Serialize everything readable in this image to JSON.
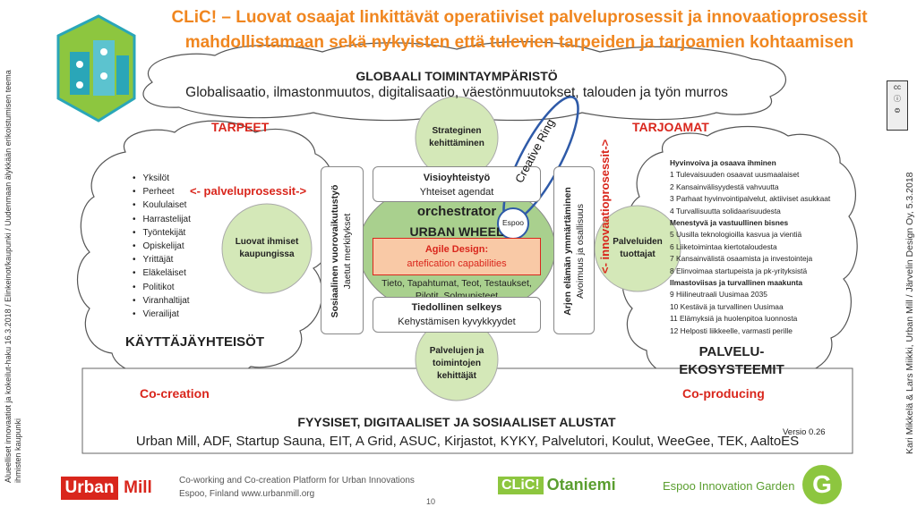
{
  "title": {
    "line1": "CLiC! – Luovat osaajat linkittävät operatiiviset palveluprosessit ja innovaatioprosessit",
    "line2": "mahdollistamaan sekä nykyisten että tulevien tarpeiden ja tarjoamien kohtaamisen"
  },
  "left_vertical_note": "Alueelliset innovaatiot ja kokeilut-haku 16.3.2018 / Elinkeinot/kaupunki / Uudenmaan älykkään erikoistumisen teema ihmisten kaupunki",
  "right_vertical_note": "Kari Mikkelä & Lars Miikki, Urban Mill / Järvelin Design Oy, 5.3.2018",
  "global": {
    "heading": "GLOBAALI TOIMINTAYMPÄRISTÖ",
    "text": "Globalisaatio, ilmastonmuutos, digitalisaatio, väestönmuutokset, talouden ja työn murros"
  },
  "left_cloud": {
    "heading": "TARPEET",
    "items": [
      "Yksilöt",
      "Perheet",
      "Koululaiset",
      "Harrastelijat",
      "Työntekijät",
      "Opiskelijat",
      "Yrittäjät",
      "Eläkeläiset",
      "Politikot",
      "Viranhaltijat",
      "Vierailijat"
    ],
    "footer": "KÄYTTÄJÄYHTEISÖT",
    "process_label": "<- palveluprosessit->"
  },
  "right_cloud": {
    "heading": "TARJOAMAT",
    "process_label": "<- innovaatioprosessit->",
    "footer_line1": "PALVELU-",
    "footer_line2": "EKOSYSTEEMIT",
    "groups": [
      {
        "title": "Hyvinvoiva ja osaava ihminen",
        "items": [
          "1 Tulevaisuuden osaavat uusmaalaiset",
          "2 Kansainvälisyydestä vahvuutta",
          "3 Parhaat hyvinvointipalvelut, aktiiviset asukkaat",
          "4 Turvallisuutta solidaarisuudesta"
        ]
      },
      {
        "title": "Menestyvä ja vastuullinen bisnes",
        "items": [
          "5 Uusilla teknologioilla kasvua ja vientiä",
          "6 Liiketoimintaa kiertotaloudesta",
          "7 Kansainvälistä osaamista ja investointeja",
          "8 Elinvoimaa startupeista ja pk-yrityksistä"
        ]
      },
      {
        "title": "Ilmastoviisas ja turvallinen maakunta",
        "items": [
          "9 Hiilineutraali Uusimaa 2035",
          "10 Kestävä ja turvallinen Uusimaa",
          "11 Elämyksiä ja huolenpitoa luonnosta",
          "12 Helposti liikkeelle, varmasti perille"
        ]
      }
    ]
  },
  "circles": {
    "top": "Strateginen kehittäminen",
    "bottom": "Palvelujen ja toimintojen kehittäjät",
    "left": "Luovat ihmiset kaupungissa",
    "right": "Palveluiden tuottajat"
  },
  "center": {
    "vision_title": "Visioyhteistyö",
    "vision_sub": "Yhteiset agendat",
    "orchestrator": "orchestrator",
    "urban_wheel": "URBAN WHEEL",
    "agile_title": "Agile Design:",
    "agile_sub": "artefication capabilities",
    "methods": "Tieto, Tapahtumat, Teot, Testaukset, Pilotit, Solmupisteet",
    "info_title": "Tiedollinen selkeys",
    "info_sub": "Kehystämisen kyvykkyydet",
    "left_bar_title": "Sosiaalinen vuorovaikutustyö",
    "left_bar_sub": "Jaetut merkitykset",
    "right_bar_title": "Arjen elämän ymmärtäminen",
    "right_bar_sub": "Avoimuus ja osallisuus"
  },
  "creative_ring": {
    "label": "Creative Ring",
    "node": "Espoo"
  },
  "co_creation": "Co-creation",
  "co_producing": "Co-producing",
  "platforms": {
    "heading": "FYYSISET, DIGITAALISET JA SOSIAALISET ALUSTAT",
    "text": "Urban Mill, ADF, Startup Sauna, EIT, A Grid, ASUC, Kirjastot, KYKY, Palvelutori, Koulut, WeeGee, TEK, AaltoES",
    "version": "Versio 0.26"
  },
  "footer": {
    "urban": "Urban",
    "mill": "Mill",
    "tagline1": "Co-working and Co-creation Platform for Urban Innovations",
    "tagline2": "Espoo, Finland  www.urbanmill.org",
    "page": "10",
    "clic": "CLiC!",
    "otaniemi": "Otaniemi",
    "garden": "Espoo Innovation Garden"
  },
  "colors": {
    "orange": "#f0861f",
    "red": "#d9261c",
    "green_circle": "#d4e8b8",
    "green_wheel": "#a9d08e",
    "agile_fill": "#f9c9a6",
    "ring_blue": "#2e5aa8",
    "logo_green": "#8dc63f"
  }
}
